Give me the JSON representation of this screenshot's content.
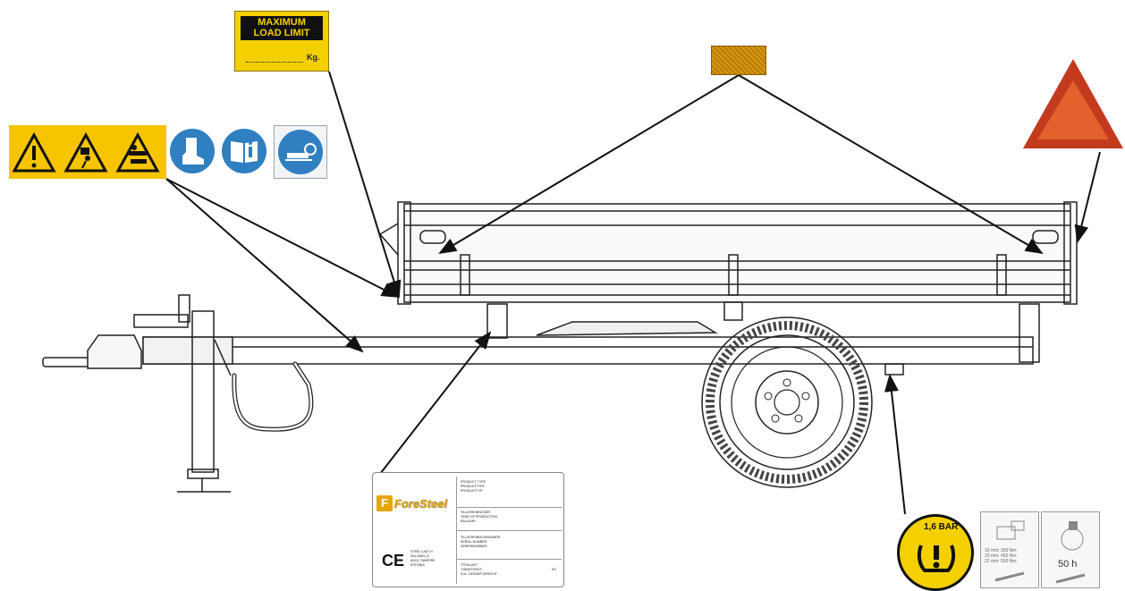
{
  "labels": {
    "max_load_title": "MAXIMUM\nLOAD LIMIT",
    "max_load_unit": "Kg.",
    "pressure": "1,6 BAR",
    "service_interval": "50 h",
    "torque_lines": [
      "16 mm: 350 Nm",
      "20 mm: 450 Nm",
      "22 mm: 550 Nm"
    ]
  },
  "nameplate": {
    "brand": "ForeSteel",
    "ce_mark": "CE",
    "product_type": "PRODUCT TYPE\nPRODUKTTYPE\nPRODUKTTYP",
    "production_year": "TILLVERKNINGSÅR\nYEAR OF PRODUCTION\nBAUJAHR",
    "serial_number": "TILLVERKNINGSNUMMER\nSERIAL NUMBER\nSERIENNUMMER",
    "weights": "TOTALVIKT\nTJÄNSTEVIKT\nZUL. GESAMTGEWICHT",
    "weight_unit": "KG",
    "manufacturer": "STEEL LAB OY\nSALJAAN 12\n82011 TAMPERE\nESTONIA"
  },
  "colors": {
    "warning_yellow": "#f7c400",
    "mandatory_blue": "#2f7fc1",
    "slow_moving_red": "#c33a1d",
    "slow_moving_orange": "#e2612c",
    "reflector_amber": "#d59a12"
  },
  "icons": {
    "warning": [
      "general-warning-icon",
      "falling-load-warning-icon",
      "crush-hazard-warning-icon"
    ],
    "mandatory": [
      "safety-boots-icon",
      "read-manual-icon",
      "hitch-connection-icon"
    ]
  }
}
